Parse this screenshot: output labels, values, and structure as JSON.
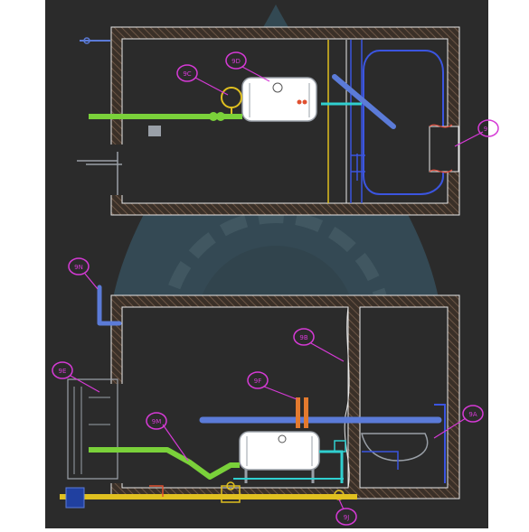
{
  "colors": {
    "background": "#2b2b2b",
    "page_margin": "#ffffff",
    "wall_hatch": "#4a3a30",
    "wall_outline": "#e8e8e8",
    "callout": "#d63ad6",
    "cold_pipe": "#7ad13a",
    "hot_pipe": "#e37a2e",
    "vent_pipe": "#5b7bd8",
    "drain_pipe": "#3b55e0",
    "cyan_pipe": "#30d0d0",
    "gas_line": "#e0c020",
    "fixtures": "#9aa0a8",
    "watermark": "#4f7f95"
  },
  "callouts": {
    "9a": "9A",
    "9b": "9B",
    "9c": "9C",
    "9d": "9D",
    "9e": "9E",
    "9f": "9F",
    "9j": "9J",
    "9m": "9M",
    "9n": "9N",
    "9_cut": "9"
  }
}
